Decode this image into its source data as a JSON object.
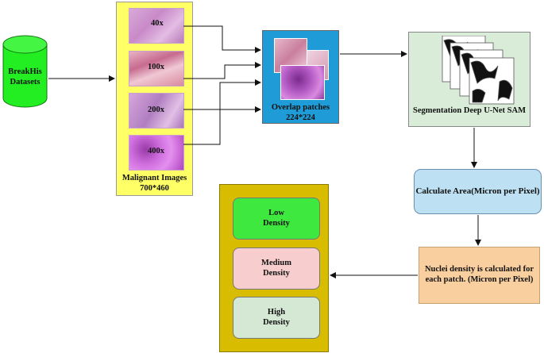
{
  "source": {
    "label": "BreakHis\nDatasets"
  },
  "malignant": {
    "patches": [
      "40x",
      "100x",
      "200x",
      "400x"
    ],
    "label": "Malignant Images\n700*460"
  },
  "overlap": {
    "label": "Overlap patches\n224*224"
  },
  "segmentation": {
    "label": "Segmentation Deep U-Net SAM"
  },
  "calculate": {
    "label": "Calculate Area(Micron per Pixel)"
  },
  "nuclei": {
    "label": "Nuclei density is calculated for each patch. (Micron per Pixel)"
  },
  "density": {
    "low": "Low\nDensity",
    "medium": "Medium\nDensity",
    "high": "High\nDensity"
  },
  "colors": {
    "cylinder": "#22ee22",
    "malignant_panel": "#ffff66",
    "overlap_panel": "#1f9bd7",
    "segmentation_panel": "#d8ecd8",
    "calculate_box": "#bde0f2",
    "nuclei_box": "#f9cfa0",
    "density_panel": "#d8bc00",
    "low": "#3fe83f",
    "medium": "#f7cdcd",
    "high": "#d5e8d4"
  }
}
